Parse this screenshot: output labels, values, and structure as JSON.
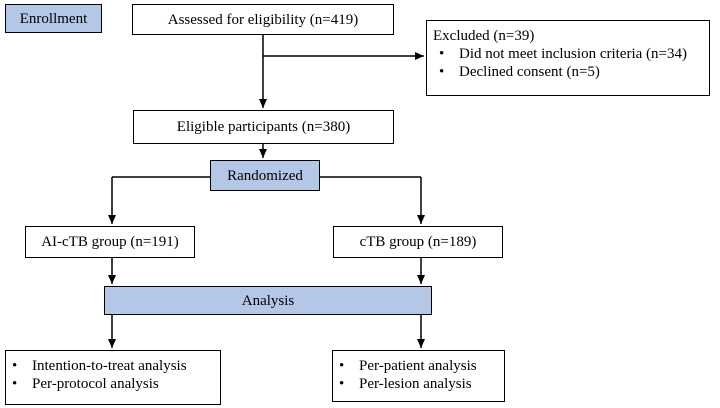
{
  "enrollment_label": "Enrollment",
  "assessed": "Assessed for eligibility (n=419)",
  "excluded": {
    "title": "Excluded (n=39)",
    "items": [
      "Did not meet inclusion criteria (n=34)",
      "Declined consent (n=5)"
    ]
  },
  "eligible": "Eligible participants (n=380)",
  "randomized_label": "Randomized",
  "groups": {
    "left": "AI-cTB group (n=191)",
    "right": "cTB group (n=189)"
  },
  "analysis_label": "Analysis",
  "outcomes": {
    "left": [
      "Intention-to-treat analysis",
      "Per-protocol analysis"
    ],
    "right": [
      "Per-patient analysis",
      "Per-lesion analysis"
    ]
  },
  "colors": {
    "header_fill": "#b4c7e7",
    "line": "#000000"
  }
}
